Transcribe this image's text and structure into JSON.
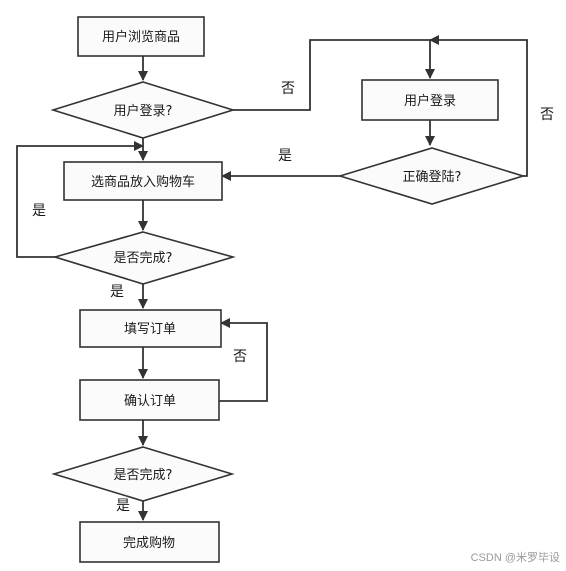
{
  "nodes": {
    "browse": "用户浏览商品",
    "login_q": "用户登录?",
    "login": "用户登录",
    "correct_q": "正确登陆?",
    "add_cart": "选商品放入购物车",
    "done_q1": "是否完成?",
    "fill": "填写订单",
    "confirm": "确认订单",
    "done_q2": "是否完成?",
    "finish": "完成购物"
  },
  "edge_labels": {
    "login_no": "否",
    "correct_no": "否",
    "correct_yes": "是",
    "loop_yes": "是",
    "done1_yes": "是",
    "confirm_no": "否",
    "done2_yes": "是"
  },
  "watermark": "CSDN @米罗毕设"
}
